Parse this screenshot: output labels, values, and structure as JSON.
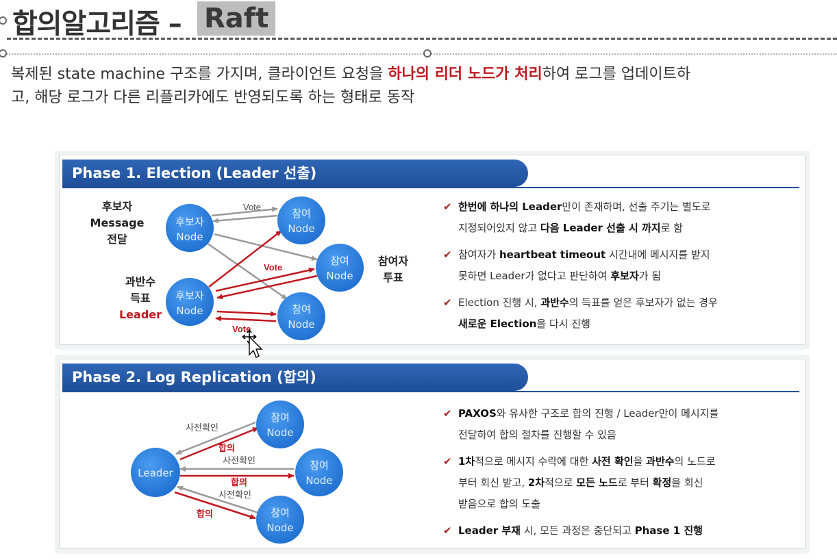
{
  "title": {
    "main": "합의알고리즘 –",
    "highlight": "Raft"
  },
  "subtitle": {
    "line1_before": "복제된 state machine 구조를 가지며, 클라이언트 요청을 ",
    "line1_red": "하나의 리더 노드가 처리",
    "line1_after": "하여 로그를 업데이트하",
    "line2": "고, 해당 로그가 다른 리플리카에도 반영되도록 하는 형태로 동작"
  },
  "phase1": {
    "heading": "Phase 1. Election (Leader 선출)",
    "labels": {
      "candidate_msg_1": "후보자",
      "candidate_msg_2": "Message",
      "candidate_msg_3": "전달",
      "majority_1": "과반수",
      "majority_2": "득표",
      "leader": "Leader",
      "voter_1": "참여자",
      "voter_2": "투표"
    },
    "nodes": {
      "candidate_a_1": "후보자",
      "candidate_a_2": "Node",
      "candidate_b_1": "후보자",
      "candidate_b_2": "Node",
      "part_top_1": "참여",
      "part_top_2": "Node",
      "part_mid_1": "참여",
      "part_mid_2": "Node",
      "part_bot_1": "참여",
      "part_bot_2": "Node"
    },
    "vote_gray": "Vote",
    "vote_red_1": "Vote",
    "vote_red_2": "Vote",
    "bullets": [
      {
        "pre": "",
        "b1": "한번에 하나의 Leader",
        "mid": "만이 존재하며, 선출 주기는 별도로",
        "line2_pre": "지정되어있지 않고 ",
        "b2": "다음 Leader 선출 시 까지",
        "post": "로 함"
      },
      {
        "pre": "참여자가 ",
        "b1": "heartbeat timeout",
        "mid": " 시간내에 메시지를 받지",
        "line2_pre": "못하면 Leader가 없다고 판단하여 ",
        "b2": "후보자",
        "post": "가 됨"
      },
      {
        "pre": "Election 진행 시, ",
        "b1": "과반수",
        "mid": "의 득표를 얻은 후보자가 없는 경우",
        "line2_pre": "",
        "b2": "새로운 Election",
        "post": "을 다시 진행"
      }
    ]
  },
  "phase2": {
    "heading": "Phase 2. Log Replication (합의)",
    "nodes": {
      "leader": "Leader",
      "part_top_1": "참여",
      "part_top_2": "Node",
      "part_mid_1": "참여",
      "part_mid_2": "Node",
      "part_bot_1": "참여",
      "part_bot_2": "Node"
    },
    "edge_labels": {
      "pre_top": "사전확인",
      "agree_top": "합의",
      "pre_mid": "사전확인",
      "agree_mid": "합의",
      "pre_bot": "사전확인",
      "agree_bot": "합의"
    },
    "bullets": [
      {
        "b1": "PAXOS",
        "text1": "와 유사한 구조로 합의 진행 / Leader만이 메시지를",
        "line2": "전달하여 합의 절차를 진행할 수 있음"
      },
      {
        "b1": "1차",
        "text1": "적으로 메시지 수락에 대한 ",
        "b2": "사전 확인",
        "text2": "을 ",
        "b3": "과반수",
        "text3": "의 노드로",
        "line2_pre": "부터 회신 받고, ",
        "b4": "2차",
        "line2_mid": "적으로 ",
        "b5": "모든 노드",
        "line2_mid2": "로 부터 ",
        "b6": "확정",
        "line2_post": "을 회신",
        "line3": "받음으로 합의 도출"
      },
      {
        "b1": "Leader 부재",
        "text1": " 시, 모든 과정은 중단되고 ",
        "b2": "Phase 1 진행",
        "text2": ""
      }
    ]
  },
  "colors": {
    "node_blue": "#2f7fe0",
    "header_blue": "#1f4f98",
    "accent_red": "#c0181f",
    "arrow_gray": "#9a9a9a"
  },
  "icons": {
    "check": "check-icon",
    "cursor": "move-cursor-icon"
  }
}
